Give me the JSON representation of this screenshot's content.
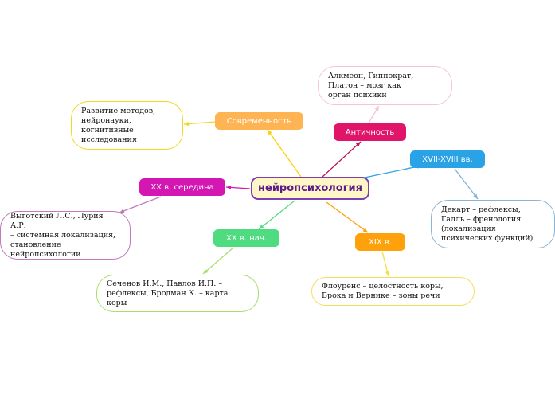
{
  "colors": {
    "central_border": "#7a3fb0",
    "central_fill": "#fff6c8",
    "antiquity": "#e0156a",
    "c17_18": "#29a3e6",
    "c19": "#ffa10a",
    "c20_start": "#4fdc80",
    "c20_mid": "#d416b2",
    "modern": "#ffb454"
  },
  "central": {
    "label": "нейропсихология"
  },
  "topics": {
    "antiquity": "Античность",
    "c17_18": "XVII-XVIII вв.",
    "c19": "XIX в.",
    "c20_start": "XX в. нач.",
    "c20_mid": "XX в. середина",
    "modern": "Современность"
  },
  "notes": {
    "antiquity": "Алкмеон, Гиппократ,\nПлатон – мозг как\nорган психики",
    "c17_18": "Декарт – рефлексы,\nГалль – френология\n(локализация\nпсихических функций)",
    "c19": "Флоуренс – целостность коры,\nБрока и Вернике – зоны речи",
    "c20_start": "Сеченов И.М., Павлов И.П. –\nрефлексы,  Бродман К. – карта\nкоры",
    "c20_mid": "Выготский Л.С., Лурия А.Р.\n– системная локализация,\nстановление\nнейропсихологии",
    "modern": "Развитие методов,\nнейронауки,\nкогнитивные\nисследования"
  }
}
